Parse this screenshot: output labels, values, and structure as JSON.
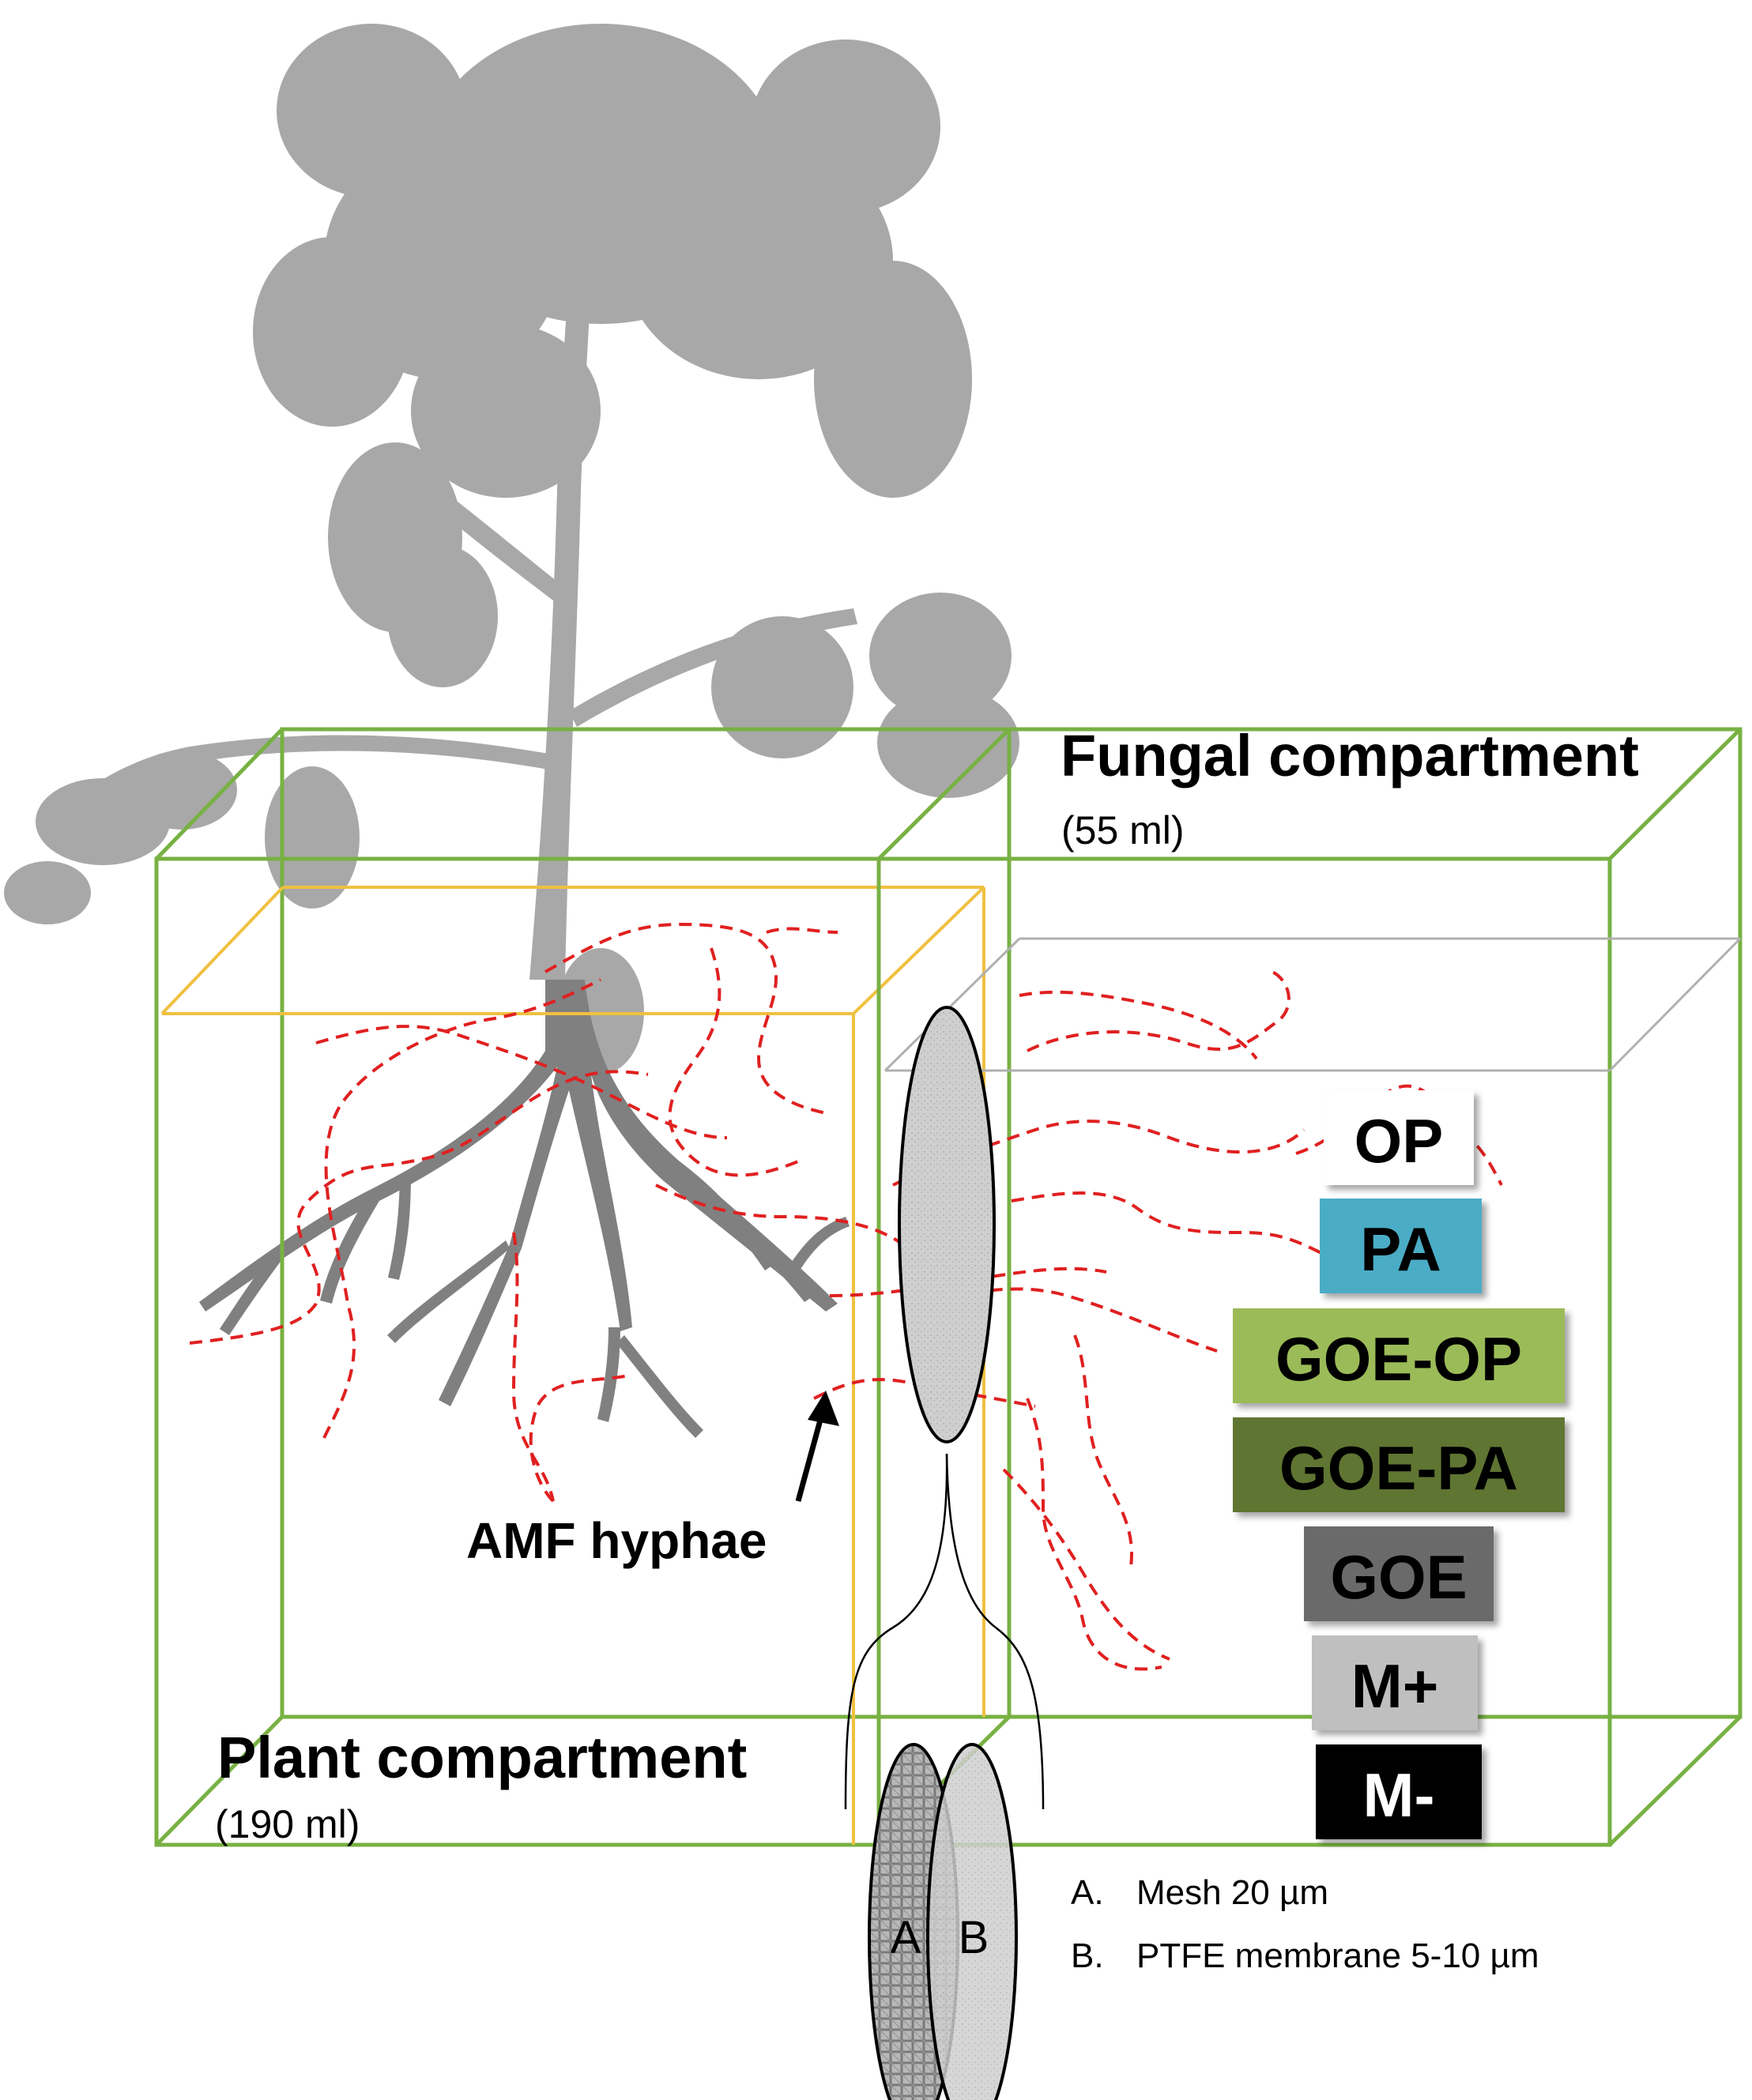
{
  "compartments": {
    "fungal": {
      "title": "Fungal compartment",
      "volume": "(55 ml)"
    },
    "plant": {
      "title": "Plant compartment",
      "volume": "(190 ml)"
    }
  },
  "arrow_label": "AMF hyphae",
  "treatments": [
    {
      "label": "OP",
      "bg": "#ffffff",
      "fg": "#000000"
    },
    {
      "label": "PA",
      "bg": "#4bacc6",
      "fg": "#000000"
    },
    {
      "label": "GOE-OP",
      "bg": "#9bbb59",
      "fg": "#000000"
    },
    {
      "label": "GOE-PA",
      "bg": "#5f7530",
      "fg": "#000000"
    },
    {
      "label": "GOE",
      "bg": "#6b6b6b",
      "fg": "#000000"
    },
    {
      "label": "M+",
      "bg": "#bfbfbf",
      "fg": "#000000"
    },
    {
      "label": "M-",
      "bg": "#000000",
      "fg": "#ffffff"
    }
  ],
  "barrier": {
    "a_letter": "A",
    "b_letter": "B",
    "legend": [
      {
        "marker": "A.",
        "text": "Mesh 20 µm"
      },
      {
        "marker": "B.",
        "text": "PTFE membrane 5-10 µm"
      }
    ]
  },
  "colors": {
    "box_outline": "#78b143",
    "soil_line": "#f0c040",
    "hyphae": "#e02020",
    "plant": "#a8a8a8",
    "roots": "#808080"
  }
}
